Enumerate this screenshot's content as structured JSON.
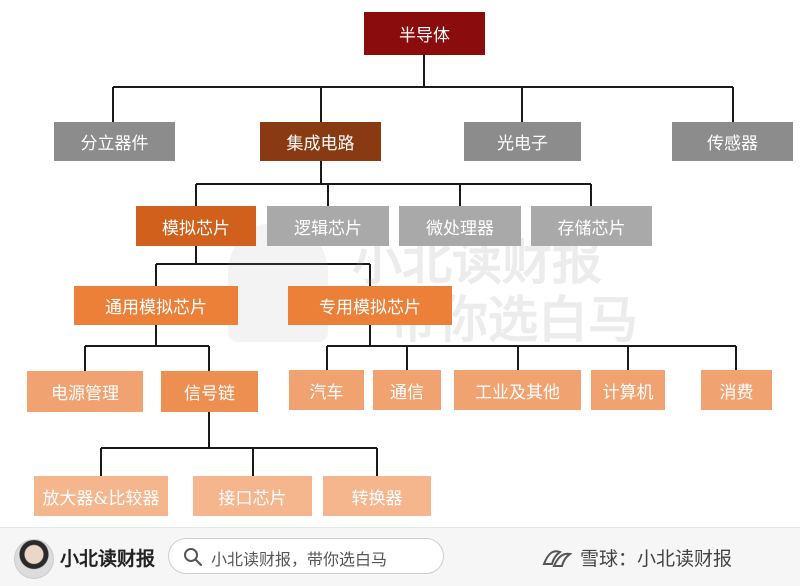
{
  "diagram": {
    "root": "半导体",
    "level2": [
      "分立器件",
      "集成电路",
      "光电子",
      "传感器"
    ],
    "ic_children": [
      "模拟芯片",
      "逻辑芯片",
      "微处理器",
      "存储芯片"
    ],
    "analog_children": [
      "通用模拟芯片",
      "专用模拟芯片"
    ],
    "general_children": [
      "电源管理",
      "信号链"
    ],
    "special_children": [
      "汽车",
      "通信",
      "工业及其他",
      "计算机",
      "消费"
    ],
    "signal_children": [
      "放大器&比较器",
      "接口芯片",
      "转换器"
    ]
  },
  "watermark": {
    "line1": "小北读财报",
    "line2": "带你选白马"
  },
  "footer": {
    "brand": "小北读财报",
    "search_text": "小北读财报，带你选白马",
    "platform": "雪球：小北读财报"
  }
}
